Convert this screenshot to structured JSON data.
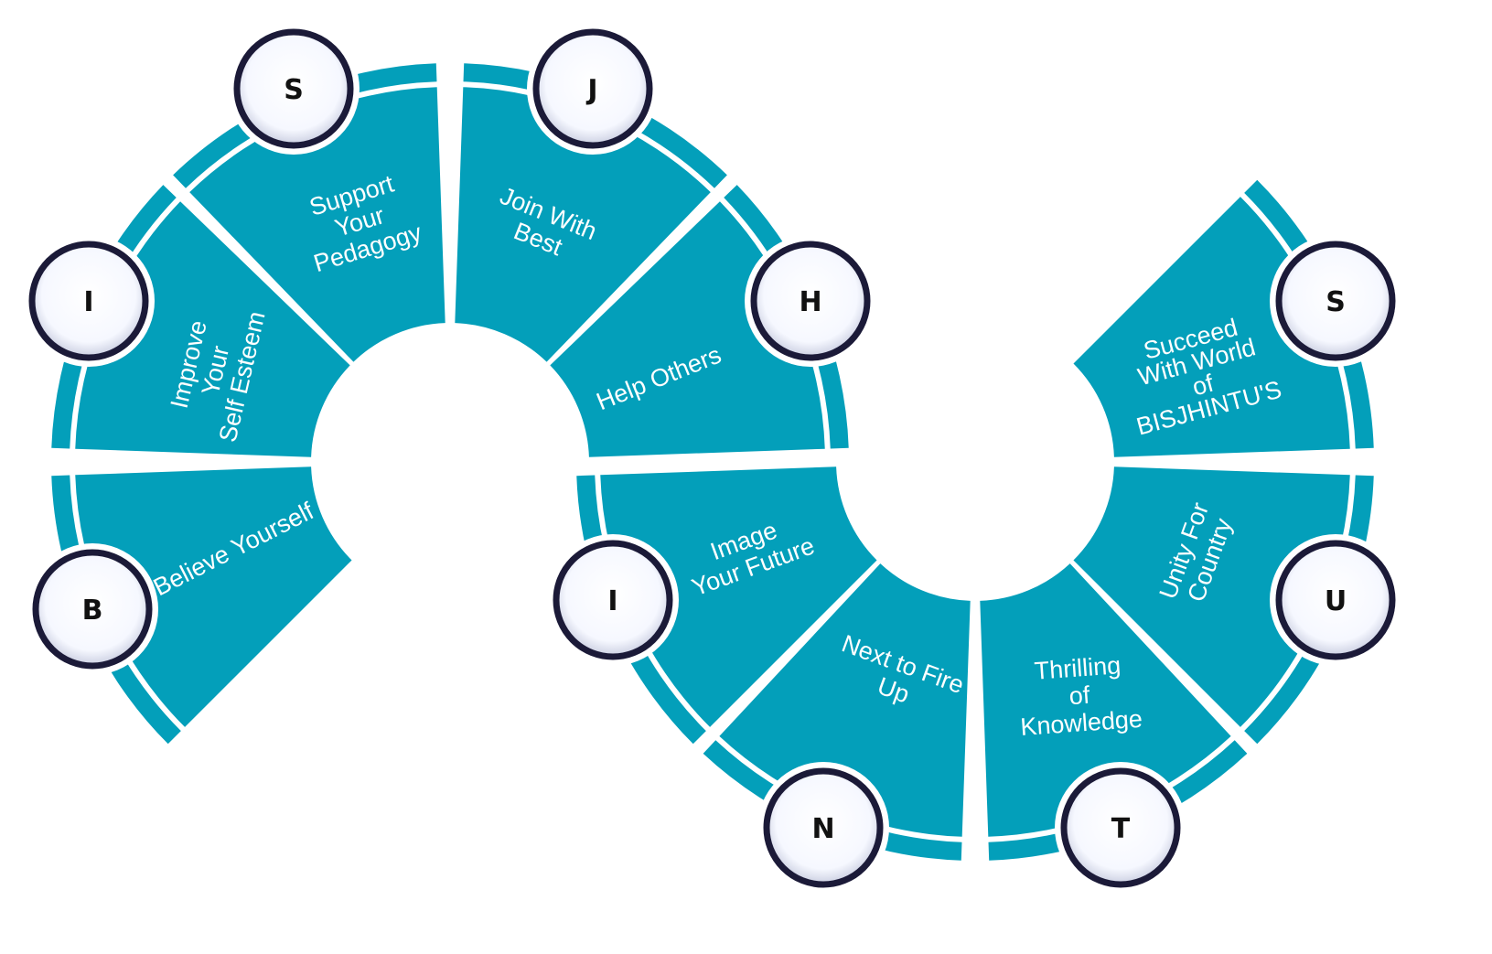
{
  "theme": {
    "segment_color": "#039fba",
    "ring_stroke": "#1b1a38",
    "badge_fill": "#ffffff",
    "label_color": "#ffffff",
    "letter_color": "#111111"
  },
  "segments": [
    {
      "id": "b",
      "letter": "B",
      "lines": [
        "Believe Yourself"
      ]
    },
    {
      "id": "i1",
      "letter": "I",
      "lines": [
        "Improve",
        "Your",
        "Self Esteem"
      ]
    },
    {
      "id": "s1",
      "letter": "S",
      "lines": [
        "Support",
        "Your",
        "Pedagogy"
      ]
    },
    {
      "id": "j",
      "letter": "J",
      "lines": [
        "Join With",
        "Best"
      ]
    },
    {
      "id": "h",
      "letter": "H",
      "lines": [
        "Help Others"
      ]
    },
    {
      "id": "i2",
      "letter": "I",
      "lines": [
        "Image",
        "Your Future"
      ]
    },
    {
      "id": "n",
      "letter": "N",
      "lines": [
        "Next to Fire",
        "Up"
      ]
    },
    {
      "id": "t",
      "letter": "T",
      "lines": [
        "Thrilling",
        "of",
        "Knowledge"
      ]
    },
    {
      "id": "u",
      "letter": "U",
      "lines": [
        "Unity For",
        "Country"
      ]
    },
    {
      "id": "s2",
      "letter": "S",
      "lines": [
        "Succeed",
        "With World",
        "of",
        "BISJHINTU'S"
      ]
    }
  ]
}
